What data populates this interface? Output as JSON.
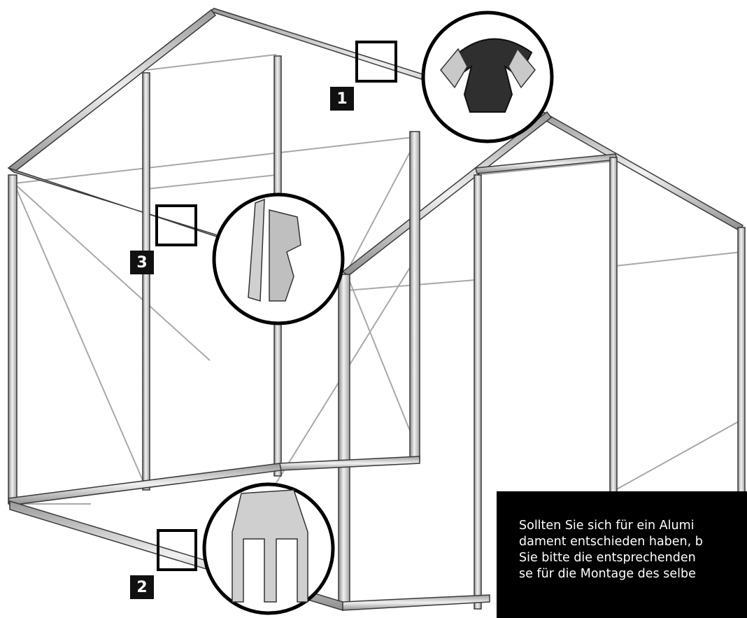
{
  "labels": {
    "one": "1",
    "two": "2",
    "three": "3"
  },
  "note": {
    "lines": [
      "Sollten Sie sich für ein Alumi",
      "dament entschieden haben, b",
      "Sie bitte die entsprechenden",
      "se für die Montage des selbe"
    ]
  },
  "colors": {
    "frame_stroke": "#3a3a3a",
    "frame_fill": "#dcdcdc",
    "brace": "#9a9a9a",
    "label_bg": "#111111",
    "note_bg": "#000000",
    "note_text": "#ffffff"
  }
}
